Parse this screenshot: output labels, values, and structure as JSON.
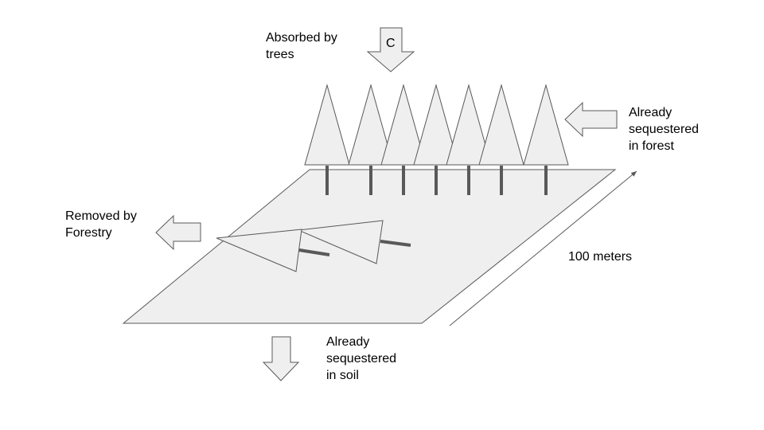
{
  "labels": {
    "absorbed": "Absorbed by\ntrees",
    "carbon": "C",
    "forest": "Already\nsequestered\nin forest",
    "removed": "Removed by\nForestry",
    "distance": "100 meters",
    "soil": "Already\nsequestered\nin soil"
  },
  "colors": {
    "fill": "#efefef",
    "stroke": "#595959"
  },
  "standing_tree_count": 7,
  "fallen_tree_count": 2
}
